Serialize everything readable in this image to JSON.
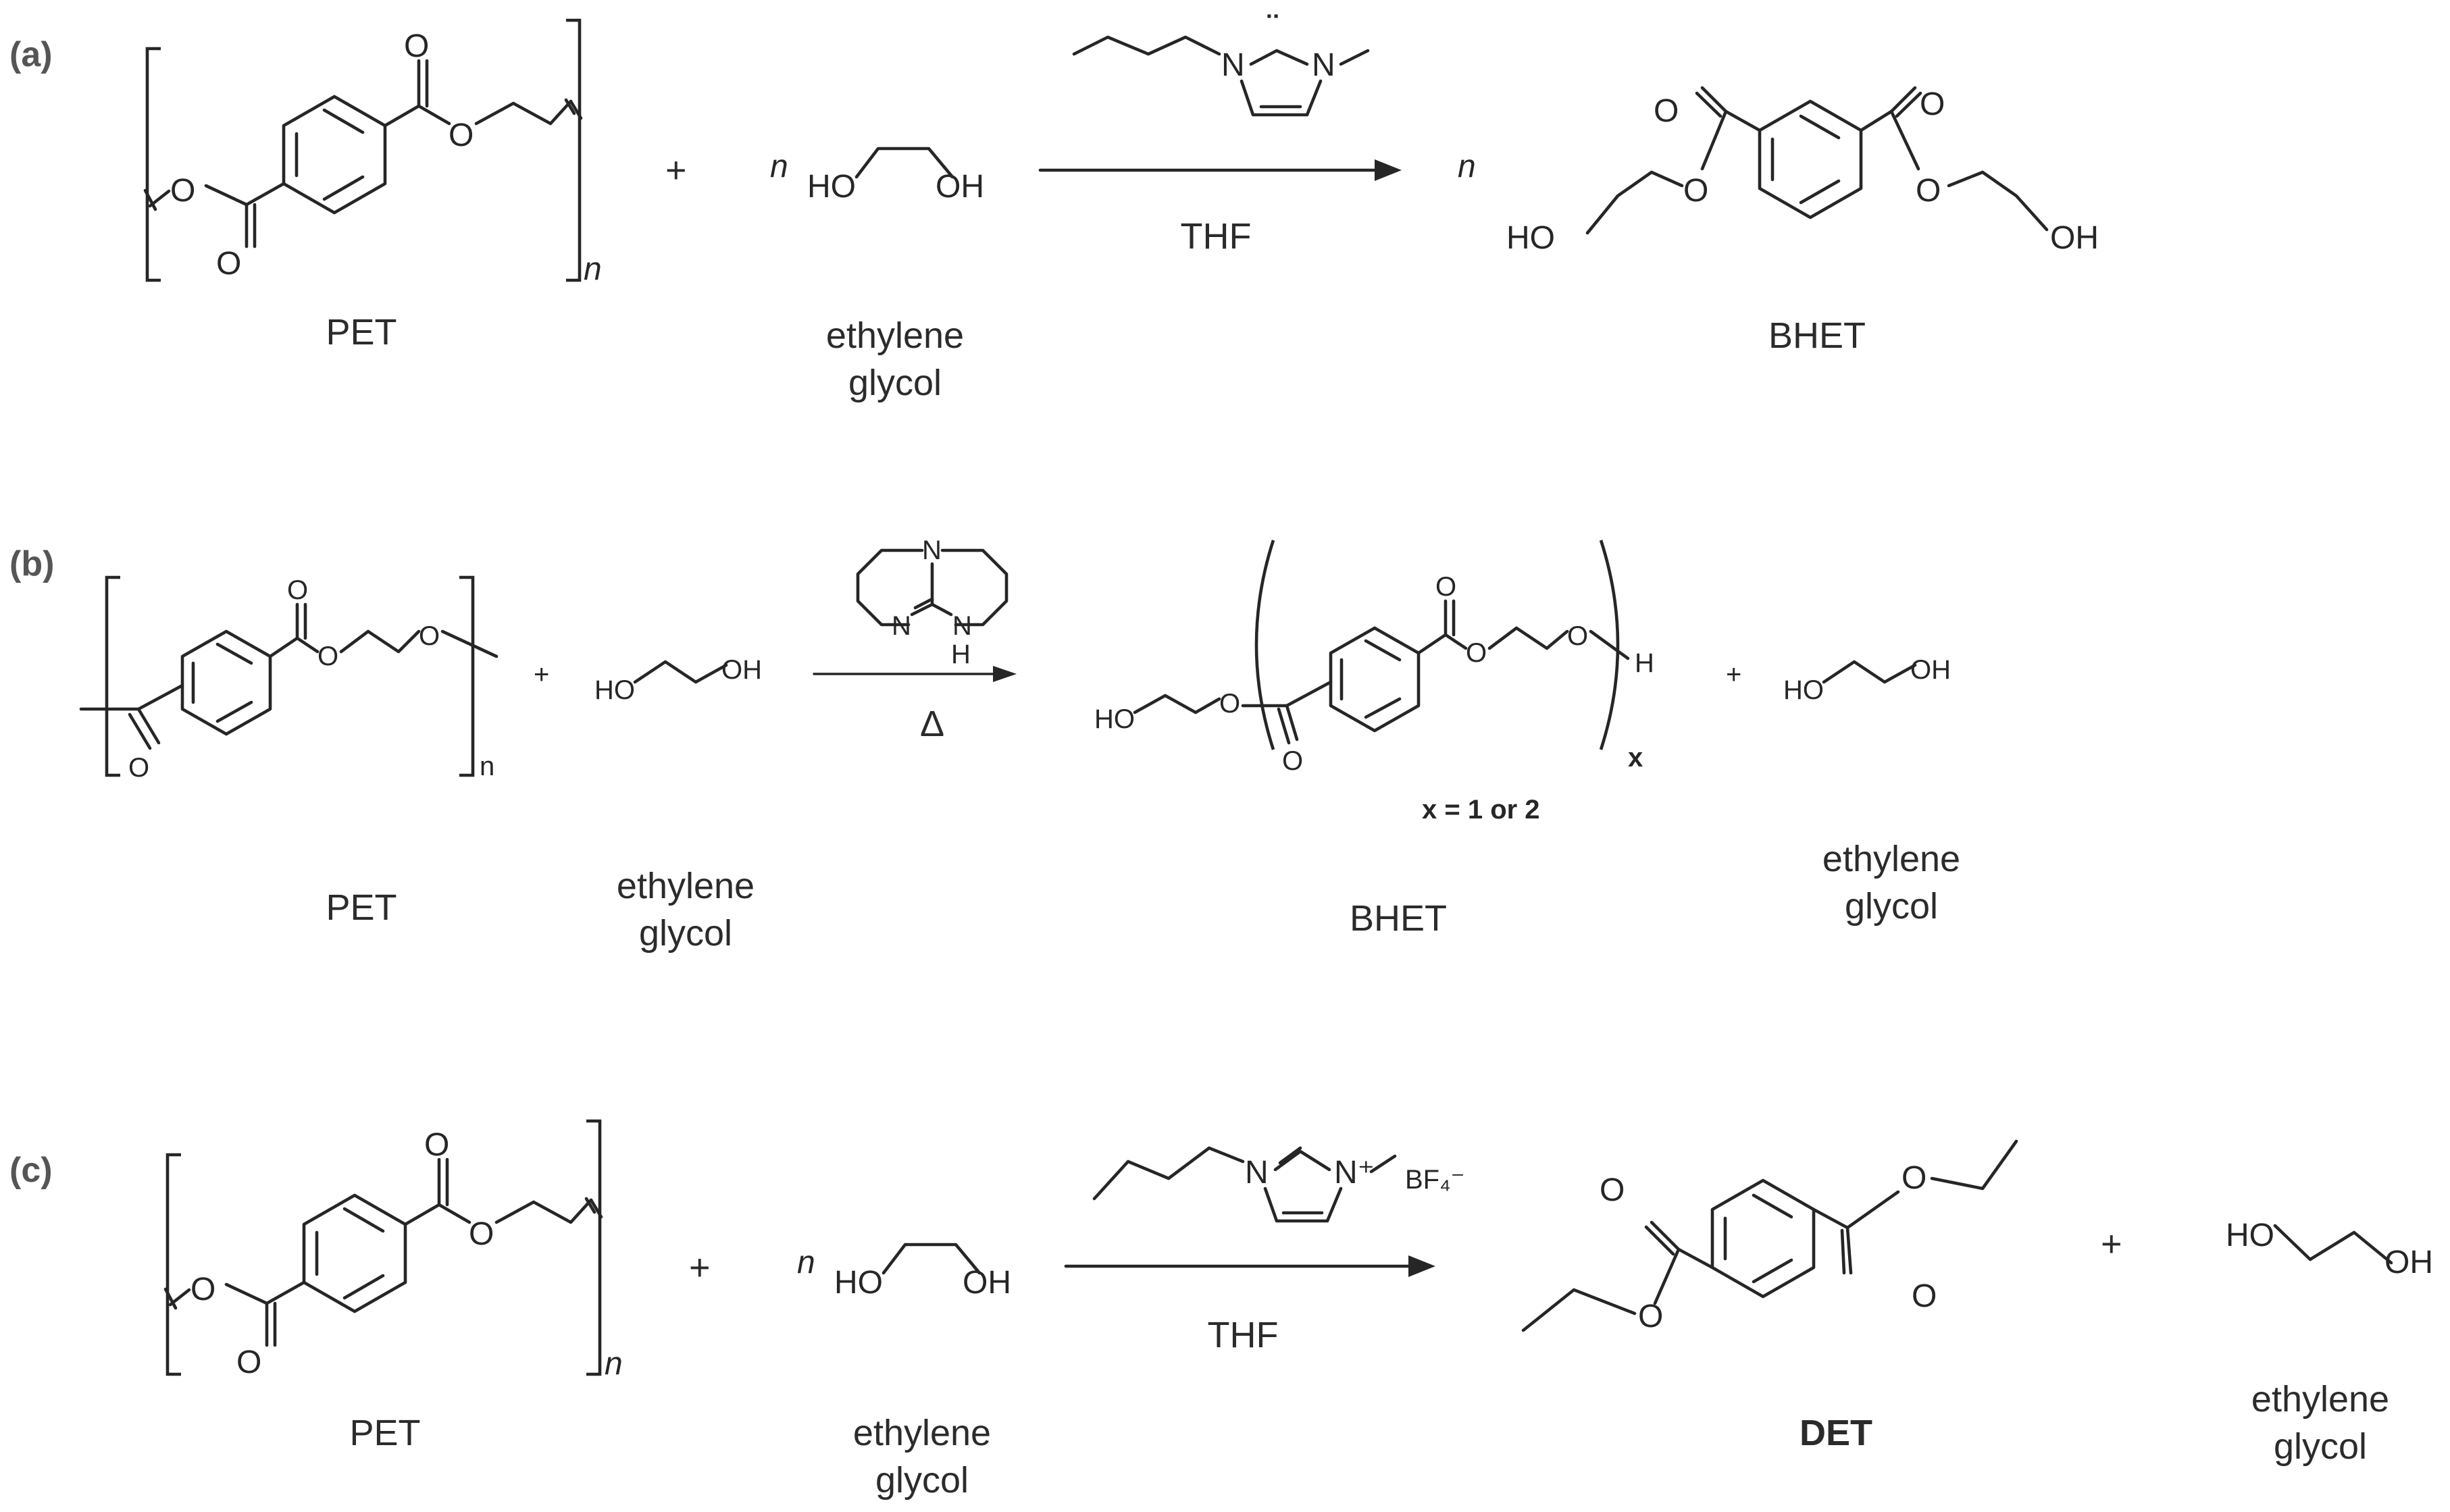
{
  "panels": [
    {
      "tag": "(a)",
      "reactant": "PET",
      "reagent": "ethylene glycol",
      "reagent_line1": "ethylene",
      "reagent_line2": "glycol",
      "condition": "THF",
      "product": "BHET",
      "stoich": "n",
      "catalyst": "1-butyl-3-methylimidazol-2-ylidene"
    },
    {
      "tag": "(b)",
      "reactant": "PET",
      "reagent_line1": "ethylene",
      "reagent_line2": "glycol",
      "condition": "Δ",
      "product": "BHET",
      "note": "x = 1 or 2",
      "byproduct_line1": "ethylene",
      "byproduct_line2": "glycol",
      "catalyst": "TBD"
    },
    {
      "tag": "(c)",
      "reactant": "PET",
      "reagent_line1": "ethylene",
      "reagent_line2": "glycol",
      "condition": "THF",
      "product": "DET",
      "byproduct_line1": "ethylene",
      "byproduct_line2": "glycol",
      "stoich": "n",
      "catalyst": "1-butyl-3-methylimidazolium tetrafluoroborate"
    }
  ],
  "atoms": {
    "O": "O",
    "N": "N",
    "H": "H",
    "HO": "HO",
    "OH": "OH",
    "n": "n",
    "x": "x",
    "plus": "+",
    "Nplus": "N⁺",
    "BF4": "BF₄⁻",
    "carbene_dots": "¨"
  }
}
